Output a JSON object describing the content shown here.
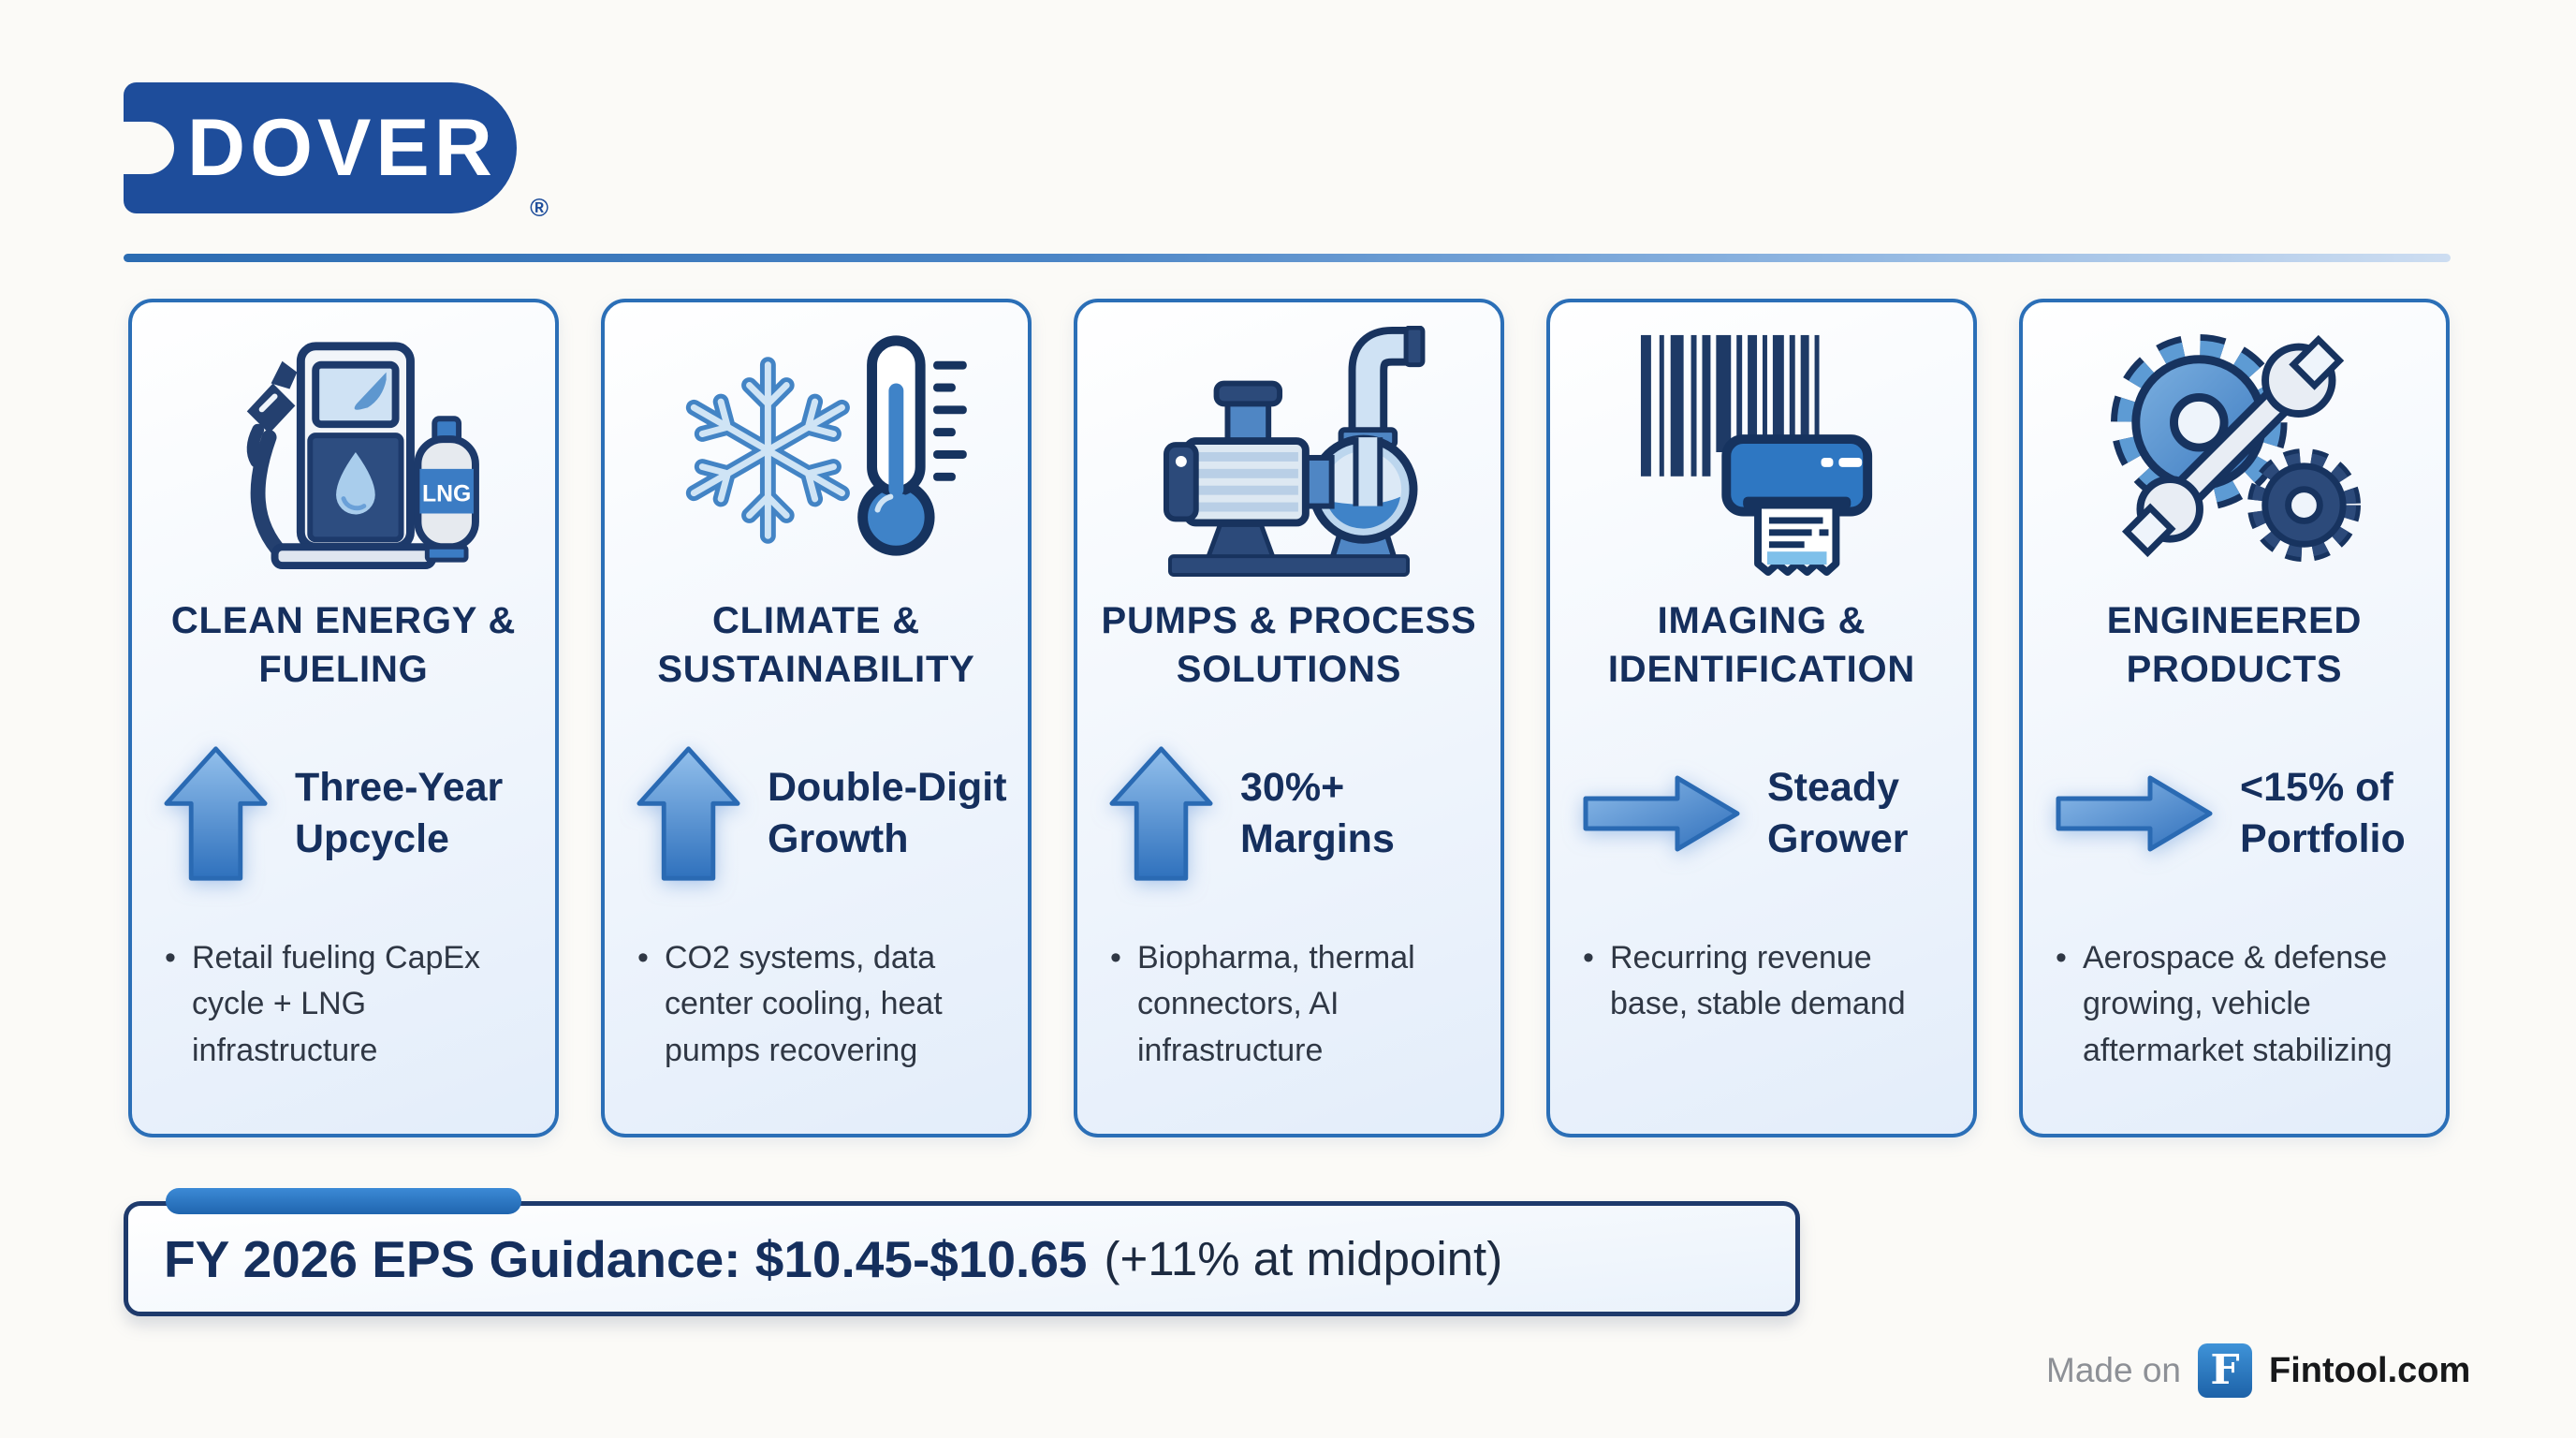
{
  "bullet_marker": "•",
  "brand": {
    "name": "DOVER",
    "registered": "®"
  },
  "cards": [
    {
      "icon": "fuel-pump-lng-icon",
      "lng_label": "LNG",
      "title": [
        "CLEAN ENERGY &",
        "FUELING"
      ],
      "arrow": "up",
      "stat": [
        "Three-Year",
        "Upcycle"
      ],
      "bullet": "Retail fueling CapEx cycle + LNG infrastructure"
    },
    {
      "icon": "snowflake-thermometer-icon",
      "title": [
        "CLIMATE &",
        "SUSTAINABILITY"
      ],
      "arrow": "up",
      "stat": [
        "Double-Digit",
        "Growth"
      ],
      "bullet": "CO2 systems, data center cooling, heat pumps recovering"
    },
    {
      "icon": "industrial-pump-icon",
      "title": [
        "PUMPS & PROCESS",
        "SOLUTIONS"
      ],
      "arrow": "up",
      "stat": [
        "30%+",
        "Margins"
      ],
      "bullet": "Biopharma, thermal connectors, AI infrastructure"
    },
    {
      "icon": "barcode-printer-icon",
      "title": [
        "IMAGING &",
        "IDENTIFICATION"
      ],
      "arrow": "right",
      "stat": [
        "Steady",
        "Grower"
      ],
      "bullet": "Recurring revenue base, stable demand"
    },
    {
      "icon": "gears-wrench-icon",
      "title": [
        "ENGINEERED",
        "PRODUCTS"
      ],
      "arrow": "right",
      "stat": [
        "<15% of",
        "Portfolio"
      ],
      "bullet": "Aerospace & defense growing, vehicle aftermarket stabilizing"
    }
  ],
  "banner": {
    "headline_bold": "FY 2026 EPS Guidance: $10.45-$10.65",
    "headline_note": "(+11% at midpoint)"
  },
  "footer": {
    "made_on": "Made on",
    "logo_letter": "F",
    "site": "Fintool.com"
  },
  "colors": {
    "logo_blue": "#1e4d9b",
    "card_border_blue": "#2b6fb7",
    "navy_text": "#152f5d",
    "arrow_blue": "#2f71bd",
    "banner_border_navy": "#1e3a6c"
  }
}
